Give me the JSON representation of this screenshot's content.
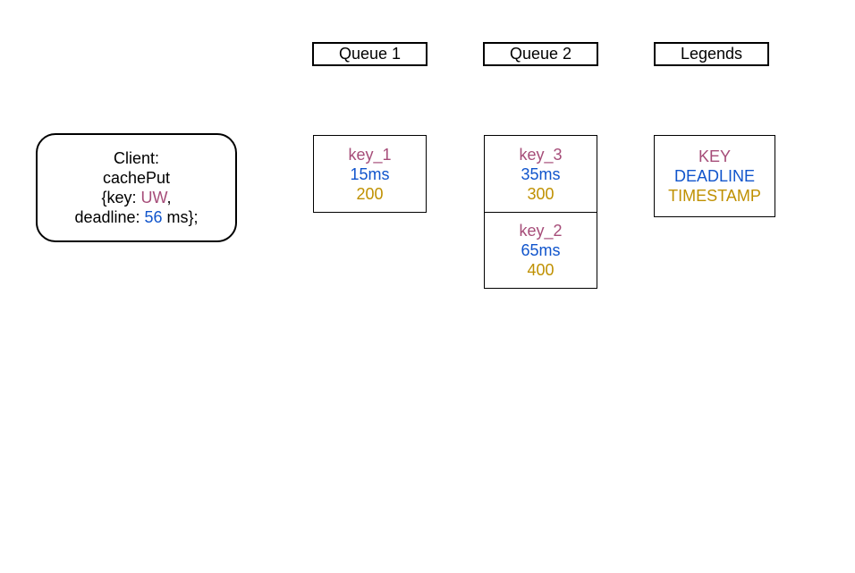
{
  "colors": {
    "key": "#a64d79",
    "deadline": "#1155cc",
    "timestamp": "#bf9000",
    "text": "#000000",
    "border": "#000000",
    "background": "#ffffff"
  },
  "headers": {
    "queue1": "Queue 1",
    "queue2": "Queue 2",
    "legends": "Legends"
  },
  "client": {
    "line1": "Client:",
    "line2": "cachePut",
    "line3_prefix": "{key: ",
    "key_value": "UW",
    "line3_suffix": ",",
    "line4_prefix": "deadline: ",
    "deadline_value": "56",
    "line4_suffix": " ms};"
  },
  "queue1": {
    "items": [
      {
        "key": "key_1",
        "deadline": "15ms",
        "timestamp": "200"
      }
    ]
  },
  "queue2": {
    "items": [
      {
        "key": "key_3",
        "deadline": "35ms",
        "timestamp": "300"
      },
      {
        "key": "key_2",
        "deadline": "65ms",
        "timestamp": "400"
      }
    ]
  },
  "legend": {
    "key": "KEY",
    "deadline": "DEADLINE",
    "timestamp": "TIMESTAMP"
  }
}
